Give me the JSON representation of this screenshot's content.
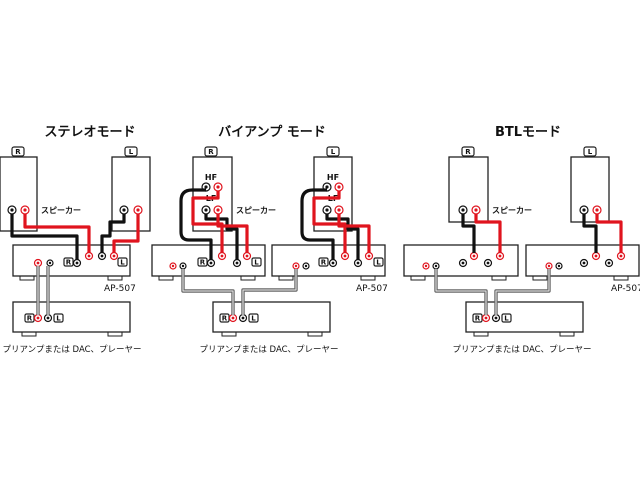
{
  "panels": {
    "stereo": {
      "title": "ステレオモード",
      "speaker_label": "スピーカー",
      "model": "AP-507",
      "source_caption": "プリアンプまたは DAC、プレーヤー"
    },
    "biamp": {
      "title": "バイアンプ モード",
      "hf_label": "HF",
      "lf_label": "LF",
      "speaker_label": "スピーカー",
      "model": "AP-507",
      "source_caption": "プリアンプまたは DAC、プレーヤー"
    },
    "btl": {
      "title": "BTLモード",
      "speaker_label": "スピーカー",
      "model": "AP-507",
      "source_caption": "プリアンプまたは DAC、プレーヤー"
    }
  },
  "channels": {
    "right": "R",
    "left": "L"
  },
  "colors": {
    "positive_cable": "#e0141e",
    "negative_cable": "#111111",
    "signal_cable": "#666666"
  }
}
